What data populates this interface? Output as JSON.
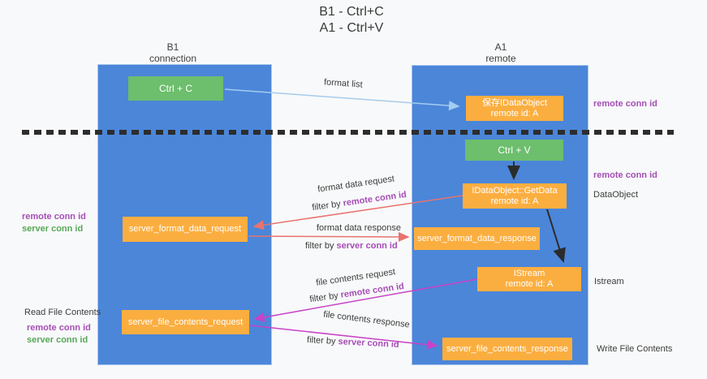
{
  "title": {
    "line1": "B1 - Ctrl+C",
    "line2": "A1 - Ctrl+V"
  },
  "columns": {
    "left": {
      "header_line1": "B1",
      "header_line2": "connection"
    },
    "right": {
      "header_line1": "A1",
      "header_line2": "remote"
    }
  },
  "boxes": {
    "ctrl_c": {
      "label": "Ctrl + C"
    },
    "save_idataobject": {
      "line1": "保存IDataObject",
      "line2": "remote id: A"
    },
    "ctrl_v": {
      "label": "Ctrl + V"
    },
    "getdata": {
      "line1": "IDataObject::GetData",
      "line2": "remote id: A"
    },
    "format_request": {
      "label": "server_format_data_request"
    },
    "format_response": {
      "label": "server_format_data_response"
    },
    "istream": {
      "line1": "IStream",
      "line2": "remote id: A"
    },
    "file_request": {
      "label": "server_file_contents_request"
    },
    "file_response": {
      "label": "server_file_contents_response"
    }
  },
  "arrow_labels": {
    "format_list": "format list",
    "format_data_request": "format data request",
    "format_data_response": "format data response",
    "file_contents_request": "file contents request",
    "file_contents_response": "file contents response",
    "filter_by": "filter by ",
    "remote_conn_id": "remote conn id",
    "server_conn_id": "server conn id"
  },
  "side_labels": {
    "remote_conn_id": "remote conn id",
    "server_conn_id": "server conn id",
    "dataobject": "DataObject",
    "istream": "Istream",
    "read_file_contents": "Read File Contents",
    "write_file_contents": "Write File Contents"
  },
  "colors": {
    "column_blue": "#4b86d9",
    "box_green": "#6dbe6d",
    "box_orange": "#fbae40",
    "arrow_blue": "#a4ccee",
    "arrow_salmon": "#e8736f",
    "arrow_magenta": "#c743c7",
    "arrow_black": "#2b2b2b",
    "text_purple": "#a54eb5",
    "text_green": "#58a758",
    "background": "#f8f9fa"
  }
}
